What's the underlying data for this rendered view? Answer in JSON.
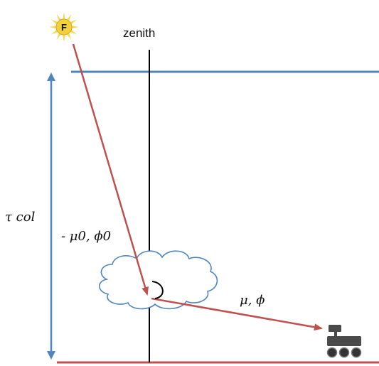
{
  "sun": {
    "letter": "F",
    "core_color": "#f2d13a",
    "ray_color": "#f6d84a"
  },
  "labels": {
    "zenith": "zenith",
    "tau_col": "τ col",
    "incident_angles": "- μ0, ϕ0",
    "scattered_angles": "μ, ϕ"
  },
  "colors": {
    "atmosphere_top": "#4f86c0",
    "ground": "#c0504d",
    "ray": "#c0504d",
    "optical_depth_arrow": "#4f86c0",
    "zenith_line": "#000000",
    "cloud_outline": "#4f86c0",
    "rover": "#4a4a4a"
  },
  "icons": [
    "sun-icon",
    "cloud-icon",
    "rover-icon"
  ]
}
